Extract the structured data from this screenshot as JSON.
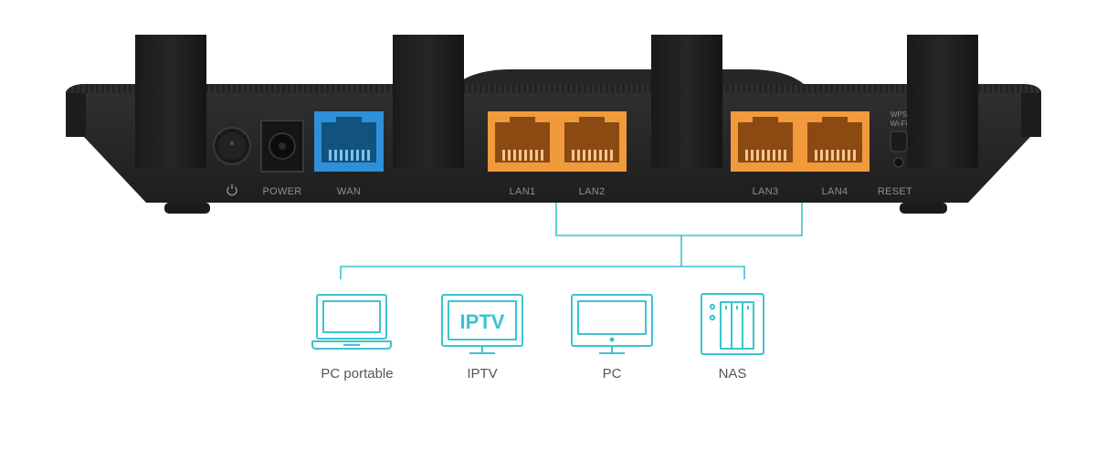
{
  "router": {
    "body_color": "#2b2b2b",
    "ports": {
      "power_icon": "power-symbol-icon",
      "power": "POWER",
      "wan": "WAN",
      "lan1": "LAN1",
      "lan2": "LAN2",
      "lan3": "LAN3",
      "lan4": "LAN4",
      "reset": "RESET",
      "wps_wifi": [
        "WPS",
        "Wi-Fi"
      ]
    },
    "colors": {
      "wan_port": "#2f8fd8",
      "lan_port": "#f09a3c"
    }
  },
  "connector": {
    "color": "#3cc3d0"
  },
  "devices": [
    {
      "label": "PC portable",
      "icon": "laptop-icon"
    },
    {
      "label": "IPTV",
      "icon": "tv-icon",
      "screen_text": "IPTV"
    },
    {
      "label": "PC",
      "icon": "monitor-icon"
    },
    {
      "label": "NAS",
      "icon": "nas-icon"
    }
  ]
}
